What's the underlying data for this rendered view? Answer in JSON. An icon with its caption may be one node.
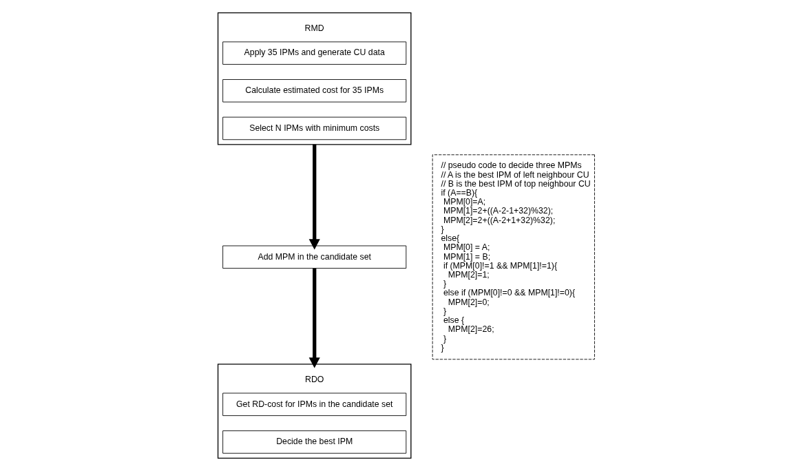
{
  "diagram": {
    "nodes": [
      {
        "text": [
          "RMD"
        ]
      },
      {
        "text": [
          "Apply 35 IPMs and generate CU data"
        ],
        "in": 0
      },
      {
        "text": [
          "Calculate estimated cost for 35 IPMs"
        ],
        "in": 0
      },
      {
        "text": [
          "Select N IPMs with minimum costs"
        ],
        "in": 0
      },
      {
        "text": [
          "Add MPM in the candidate set"
        ]
      },
      {
        "text": [
          "RDO"
        ]
      },
      {
        "text": [
          "Get RD-cost for IPMs in the candidate set"
        ],
        "in": 5
      },
      {
        "text": [
          "Decide the best IPM"
        ],
        "in": 5
      },
      {
        "text": [
          "// pseudo code to decide three MPMs",
          "// A is the best IPM of left neighbour CU",
          "// B is the best IPM of top neighbour CU",
          "if (A==B){",
          "  MPM[0]=A;",
          "  MPM[1]=2+((A-2-1+32)%32);",
          "  MPM[2]=2+((A-2+1+32)%32);",
          "}",
          "else{",
          "  MPM[0] = A;",
          "  MPM[1] = B;",
          "  if (MPM[0]!=1 && MPM[1]!=1){",
          "    MPM[2]=1;",
          "  }",
          "  else if (MPM[0]!=0 && MPM[1]!=0){",
          "    MPM[2]=0;",
          "  }",
          "  else {",
          "    MPM[2]=26;",
          "  }",
          "}"
        ]
      }
    ],
    "edges": [
      {
        "from": 0,
        "to": 4,
        "arrow": "to"
      },
      {
        "from": 4,
        "to": 5,
        "arrow": "to"
      }
    ]
  }
}
